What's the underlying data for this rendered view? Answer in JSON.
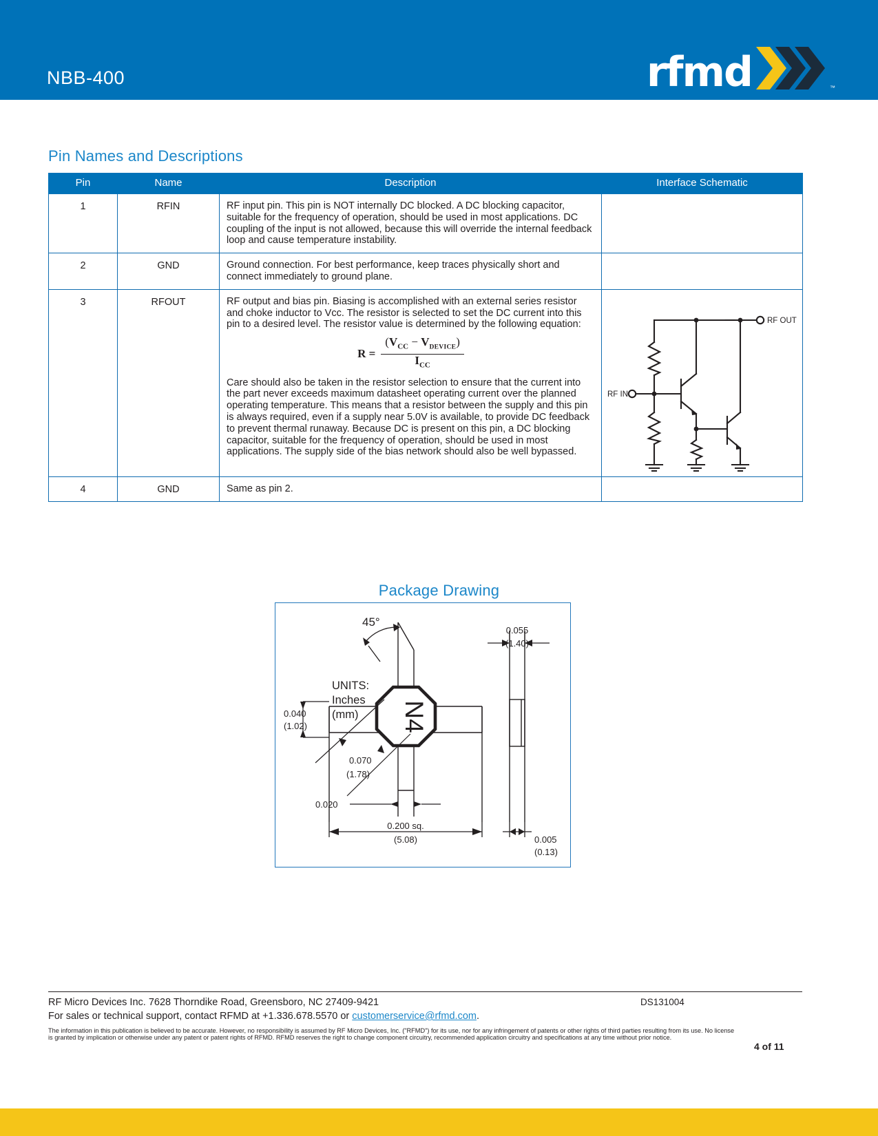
{
  "header": {
    "part_number": "NBB-400",
    "logo_text": "rfmd",
    "logo_tm": "™",
    "bg_color": "#0072b8",
    "chevron_accent_color": "#f5c518",
    "chevron_dark_color": "#1b2b3a"
  },
  "pin_section": {
    "title": "Pin Names and Descriptions",
    "columns": [
      "Pin",
      "Name",
      "Description",
      "Interface Schematic"
    ],
    "rows": [
      {
        "pin": "1",
        "name": "RFIN",
        "description": "RF input pin. This pin is NOT internally DC blocked. A DC blocking capacitor, suitable for the frequency of operation, should be used in most applications. DC coupling of the input is not allowed, because this will override the internal feedback loop and cause temperature instability.",
        "schematic": ""
      },
      {
        "pin": "2",
        "name": "GND",
        "description": "Ground connection. For best performance, keep traces physically short and connect immediately to ground plane.",
        "schematic": ""
      },
      {
        "pin": "3",
        "name": "RFOUT",
        "description_before": "RF output and bias pin. Biasing is accomplished with an external series resistor and choke inductor to Vcc. The resistor is selected to set the DC current into this pin to a desired level. The resistor value is determined by the following equation:",
        "equation": {
          "lhs": "R =",
          "numerator_open": "(",
          "numerator_v1": "V",
          "numerator_v1_sub": "CC",
          "numerator_minus": "−",
          "numerator_v2": "V",
          "numerator_v2_sub": "DEVICE",
          "numerator_close": ")",
          "denominator": "I",
          "denominator_sub": "CC",
          "plain": "R = (VCC - VDEVICE) / ICC"
        },
        "description_after": "Care should also be taken in the resistor selection to ensure that the current into the part never exceeds maximum datasheet operating current over the planned operating temperature. This means that a resistor between the supply and this pin is always required, even if a supply near 5.0V is available, to provide DC feedback to prevent thermal runaway. Because DC is present on this pin, a DC blocking capacitor, suitable for the frequency of operation, should be used in most applications. The supply side of the bias network should also be well bypassed.",
        "schematic": {
          "rf_in_label": "RF IN",
          "rf_out_label": "RF OUT"
        }
      },
      {
        "pin": "4",
        "name": "GND",
        "description": "Same as pin 2.",
        "schematic": ""
      }
    ]
  },
  "package_section": {
    "title": "Package Drawing",
    "units_label_line1": "UNITS:",
    "units_label_line2": "Inches",
    "units_label_line3": "(mm)",
    "angle": "45°",
    "body_marking": "N4",
    "dimensions": {
      "lead_height_in": "0.040",
      "lead_height_mm": "(1.02)",
      "body_diag_in": "0.070",
      "body_diag_mm": "(1.78)",
      "lead_width_in": "0.020",
      "overall_in": "0.200 sq.",
      "overall_mm": "(5.08)",
      "side_thickness_in": "0.055",
      "side_thickness_mm": "(1.40)",
      "side_lead_in": "0.005",
      "side_lead_mm": "(0.13)"
    }
  },
  "footer": {
    "company_line": "RF Micro Devices Inc.    7628 Thorndike Road, Greensboro, NC  27409-9421",
    "support_prefix": "For sales or technical support, contact RFMD at +1.336.678.5570 or ",
    "support_email": "customerservice@rfmd.com",
    "support_suffix": ".",
    "doc_number": "DS131004",
    "page_number": "4 of 11",
    "disclaimer": "The information in this publication is believed to be accurate. However, no responsibility is assumed by RF Micro Devices, Inc. (\"RFMD\") for its use, nor for any infringement of patents or other rights of third parties resulting from its use. No license is granted by implication or otherwise under any patent or patent rights of RFMD. RFMD reserves the right to change component circuitry, recommended application circuitry and specifications at any time without prior notice.",
    "link_color": "#1c87c9",
    "bottom_bar_color": "#f5c518"
  }
}
